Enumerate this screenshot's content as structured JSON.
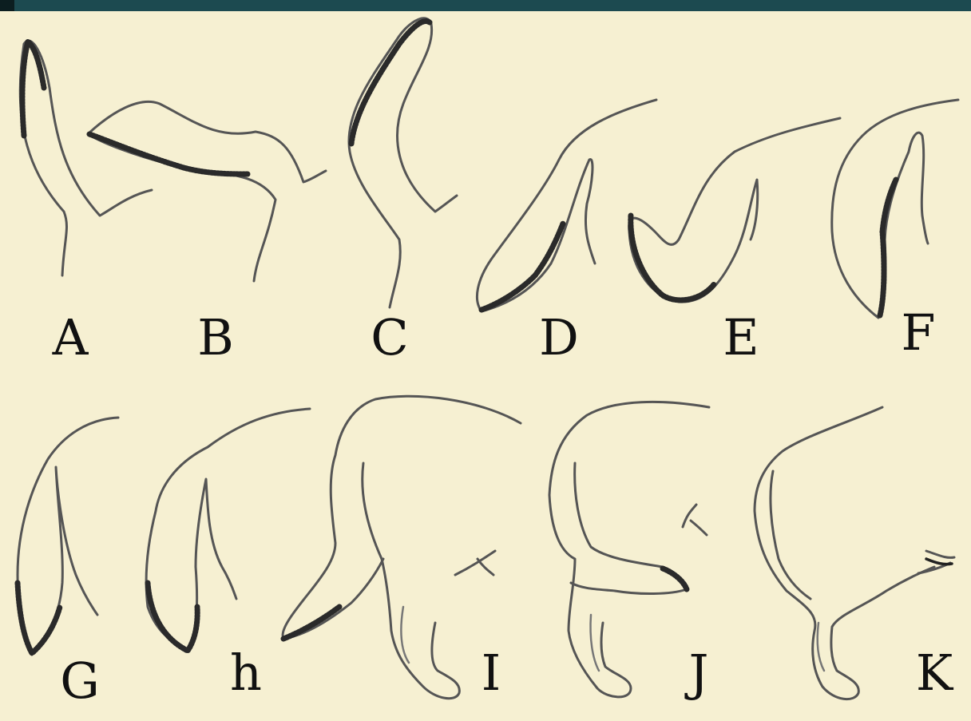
{
  "diagram": {
    "labels": [
      "A",
      "B",
      "C",
      "D",
      "E",
      "F",
      "G",
      "h",
      "I",
      "J",
      "K"
    ]
  },
  "colors": {
    "background": "#f6f0d2",
    "top_bar": "#1c4a50",
    "ink": "#111111",
    "outline": "#555555"
  }
}
